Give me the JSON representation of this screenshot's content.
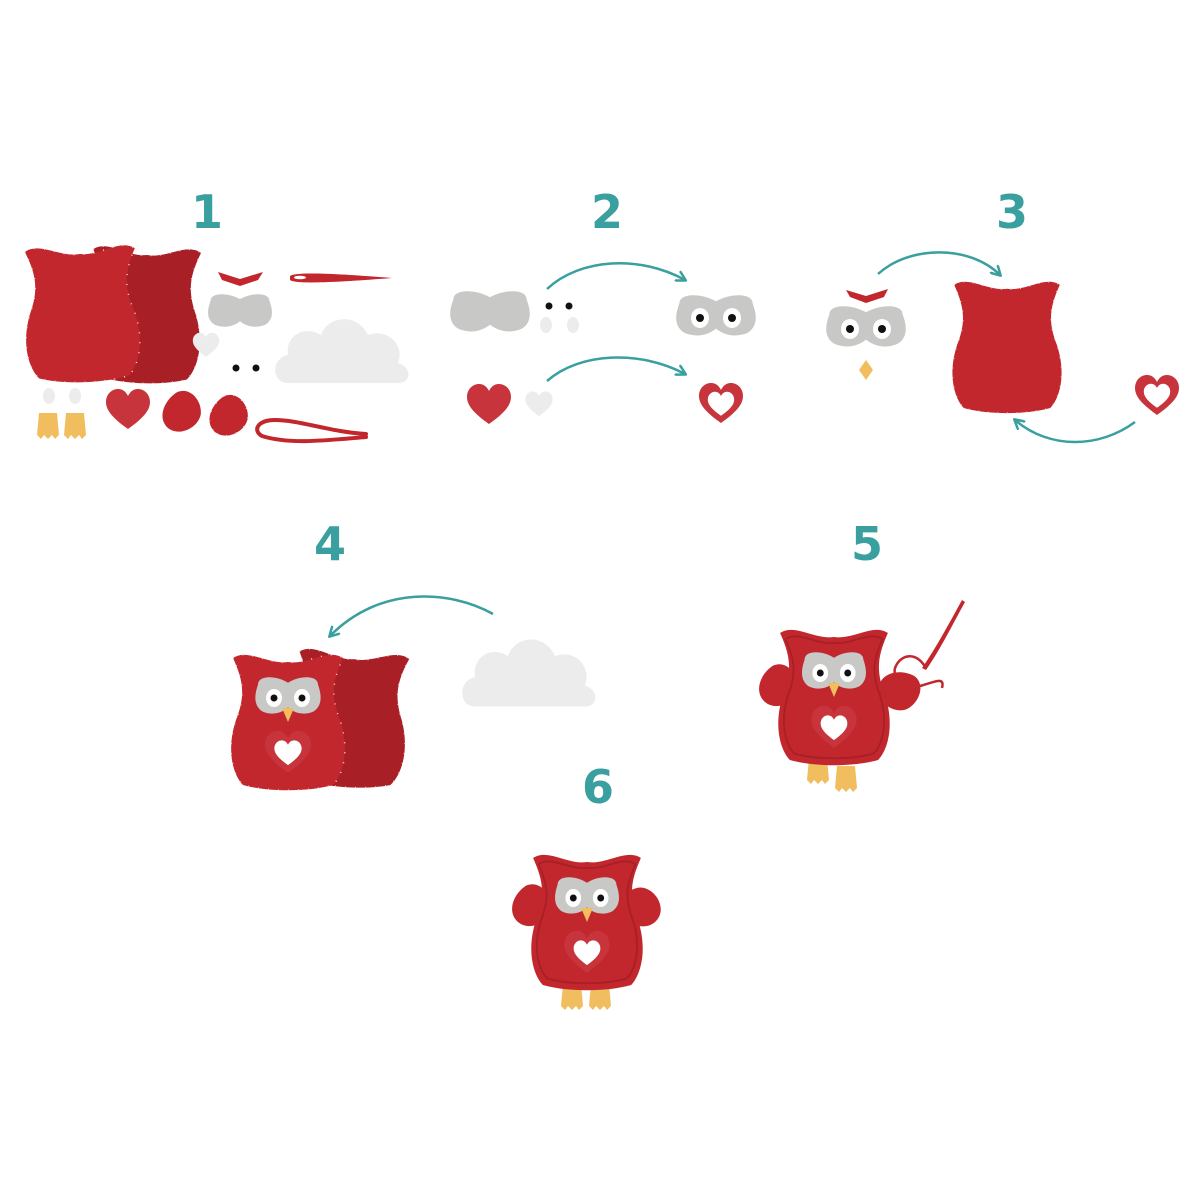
{
  "steps": [
    {
      "number": "1"
    },
    {
      "number": "2"
    },
    {
      "number": "3"
    },
    {
      "number": "4"
    },
    {
      "number": "5"
    },
    {
      "number": "6"
    }
  ],
  "colors": {
    "step_number": "#3a9f9f",
    "arrow": "#3a9f9f",
    "felt_red": "#c1272d",
    "felt_red_dark": "#a81f26",
    "heart_red": "#c8343c",
    "eye_gray": "#c8c8c6",
    "white_felt": "#ececec",
    "feet_yellow": "#f0be5f",
    "stitch": "#f4d6d6"
  },
  "icons": [
    "owl-body-felt",
    "eye-mask",
    "eyebrow",
    "needle",
    "heart",
    "wing",
    "foot",
    "stuffing-cloud",
    "thread"
  ]
}
